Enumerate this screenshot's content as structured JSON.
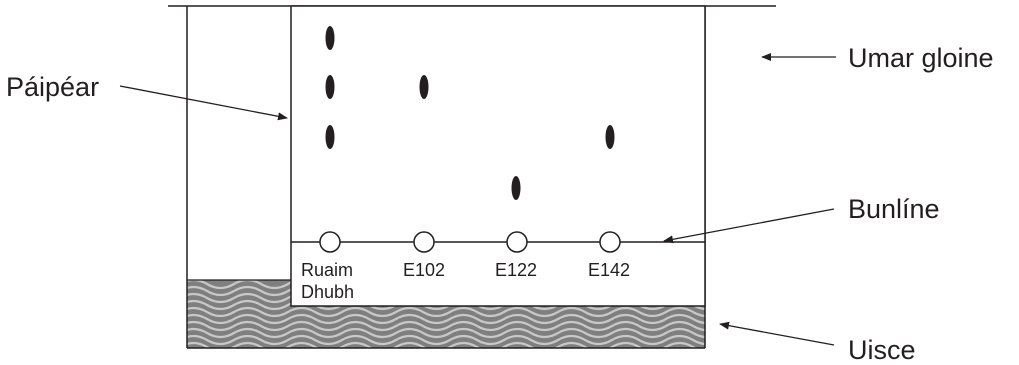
{
  "labels": {
    "paper": "Páipéar",
    "glass_cover": "Umar gloine",
    "baseline": "Bunlíne",
    "water": "Uisce"
  },
  "samples": [
    {
      "label_line1": "Ruaim",
      "label_line2": "Dhubh"
    },
    {
      "label_line1": "E102",
      "label_line2": ""
    },
    {
      "label_line1": "E122",
      "label_line2": ""
    },
    {
      "label_line1": "E142",
      "label_line2": ""
    }
  ],
  "colors": {
    "ink": "#231f20",
    "water": "#7f7f7f",
    "wave": "#c8c8c8",
    "background": "#ffffff"
  }
}
